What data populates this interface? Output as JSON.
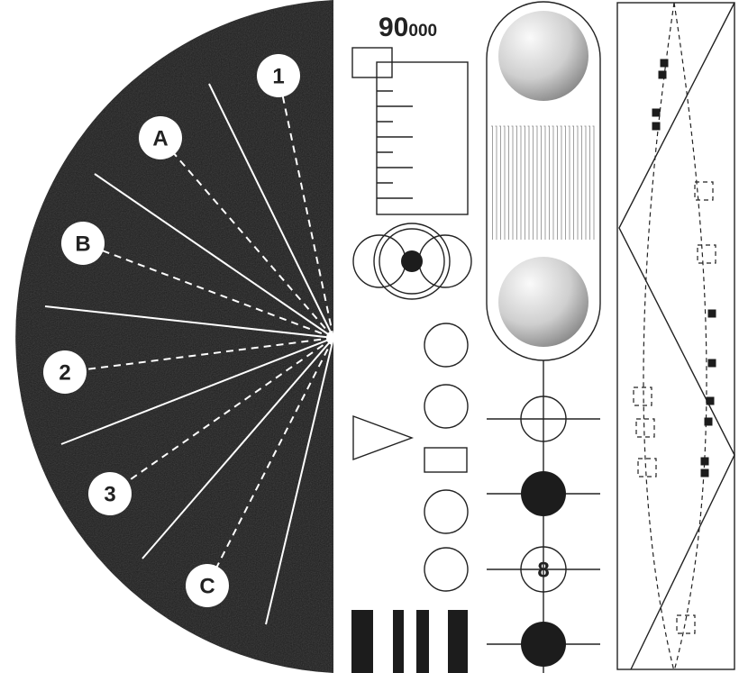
{
  "headline": {
    "big": "90",
    "small": "000"
  },
  "fan_labels": [
    "1",
    "A",
    "B",
    "2",
    "3",
    "C"
  ],
  "node_label": "8",
  "colors": {
    "dark": "#1c1c1c",
    "ink": "#222222",
    "paper": "#ffffff"
  }
}
